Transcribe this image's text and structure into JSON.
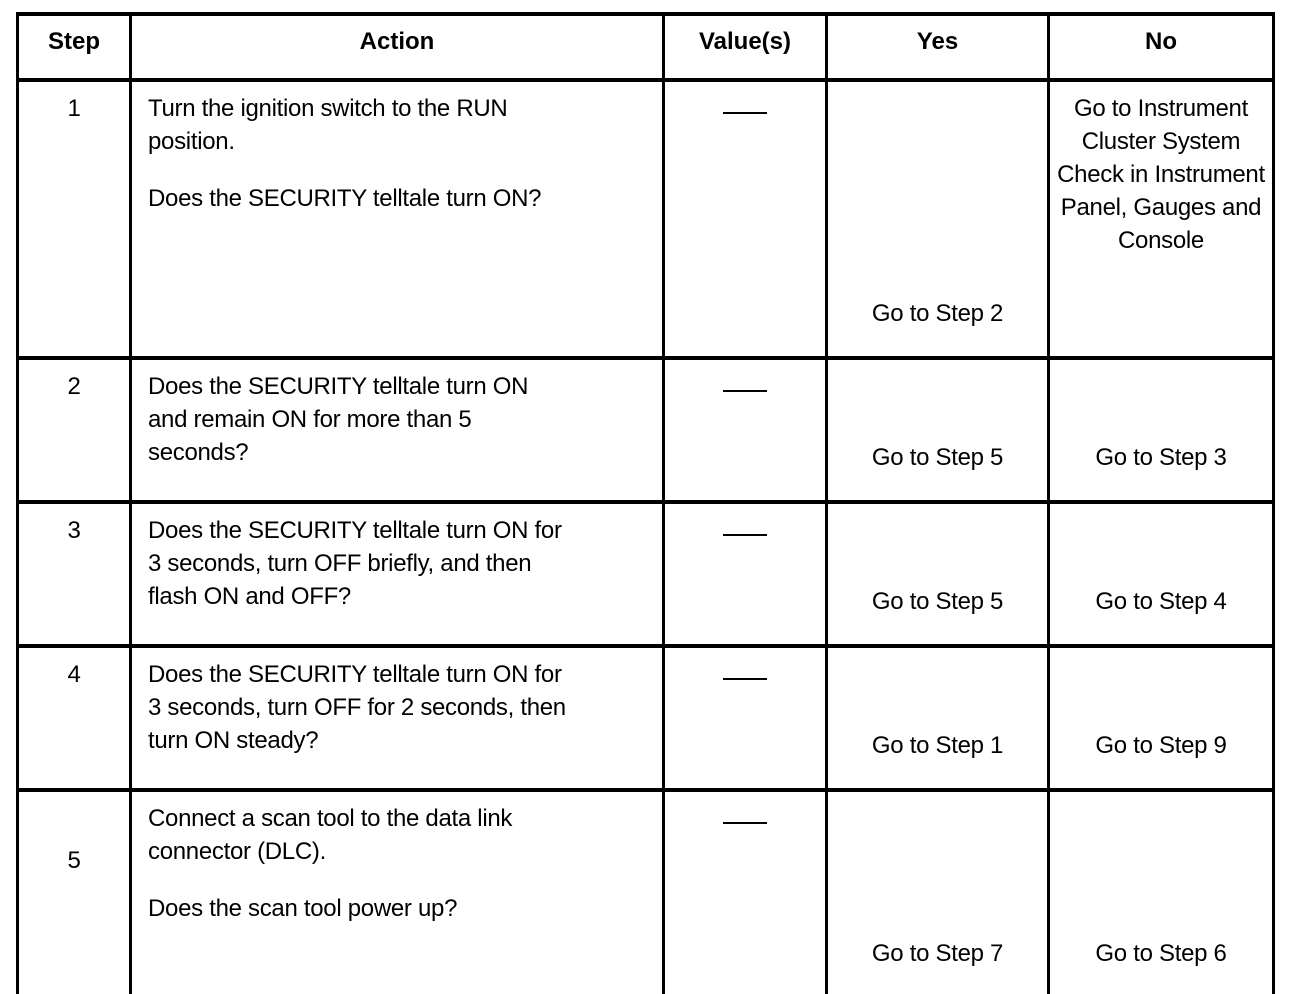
{
  "headers": {
    "step": "Step",
    "action": "Action",
    "values": "Value(s)",
    "yes": "Yes",
    "no": "No"
  },
  "rows": [
    {
      "step": "1",
      "action_lines": [
        "Turn the ignition switch to the RUN",
        "position."
      ],
      "question": "Does the SECURITY telltale turn ON?",
      "value": "—",
      "yes": "Go to Step 2",
      "no": "Go to Instrument Cluster System Check in Instrument Panel, Gauges and Console"
    },
    {
      "step": "2",
      "action_lines": [
        "Does the SECURITY telltale turn ON",
        "and remain ON for more than 5",
        "seconds?"
      ],
      "value": "—",
      "yes": "Go to Step 5",
      "no": "Go to Step 3"
    },
    {
      "step": "3",
      "action_lines": [
        "Does the SECURITY telltale turn ON for",
        "3 seconds, turn OFF briefly, and  then",
        "flash ON and OFF?"
      ],
      "value": "—",
      "yes": "Go to Step 5",
      "no": "Go to Step 4"
    },
    {
      "step": "4",
      "action_lines": [
        "Does the SECURITY telltale turn ON for",
        "3 seconds, turn OFF for 2 seconds, then",
        "turn ON  steady?"
      ],
      "value": "—",
      "yes": "Go to Step 1",
      "no": "Go to Step 9"
    },
    {
      "step": "5",
      "action_lines": [
        "Connect a scan tool to the data link",
        "connector (DLC)."
      ],
      "question": "Does the scan tool power up?",
      "value": "—",
      "yes": "Go to Step 7",
      "no": "Go to Step 6"
    }
  ]
}
